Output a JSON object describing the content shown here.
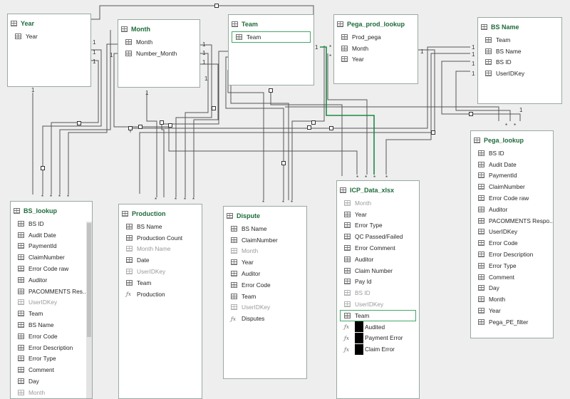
{
  "tables": [
    {
      "id": "year",
      "title": "Year",
      "fields": [
        {
          "name": "Year"
        }
      ]
    },
    {
      "id": "month",
      "title": "Month",
      "fields": [
        {
          "name": "Month"
        },
        {
          "name": "Number_Month"
        }
      ]
    },
    {
      "id": "team",
      "title": "Team",
      "fields": [
        {
          "name": "Team",
          "selected": true
        }
      ]
    },
    {
      "id": "pega_prod_lookup",
      "title": "Pega_prod_lookup",
      "fields": [
        {
          "name": "Prod_pega"
        },
        {
          "name": "Month"
        },
        {
          "name": "Year"
        }
      ]
    },
    {
      "id": "bs_name",
      "title": "BS Name",
      "fields": [
        {
          "name": "Team"
        },
        {
          "name": "BS Name"
        },
        {
          "name": "BS ID"
        },
        {
          "name": "UserIDKey"
        }
      ]
    },
    {
      "id": "pega_lookup",
      "title": "Pega_lookup",
      "fields": [
        {
          "name": "BS ID"
        },
        {
          "name": "Audit Date"
        },
        {
          "name": "PaymentId"
        },
        {
          "name": "ClaimNumber"
        },
        {
          "name": "Error Code raw"
        },
        {
          "name": "Auditor"
        },
        {
          "name": "PACOMMENTS Respo..."
        },
        {
          "name": "UserIDKey"
        },
        {
          "name": "Error Code"
        },
        {
          "name": "Error Description"
        },
        {
          "name": "Error Type"
        },
        {
          "name": "Comment"
        },
        {
          "name": "Day"
        },
        {
          "name": "Month"
        },
        {
          "name": "Year"
        },
        {
          "name": "Pega_PE_filter"
        }
      ]
    },
    {
      "id": "bs_lookup",
      "title": "BS_lookup",
      "fields": [
        {
          "name": "BS ID"
        },
        {
          "name": "Audit Date"
        },
        {
          "name": "PaymentId"
        },
        {
          "name": "ClaimNumber"
        },
        {
          "name": "Error Code raw"
        },
        {
          "name": "Auditor"
        },
        {
          "name": "PACOMMENTS Res..."
        },
        {
          "name": "UserIDKey",
          "hidden": true
        },
        {
          "name": "Team"
        },
        {
          "name": "BS Name"
        },
        {
          "name": "Error Code"
        },
        {
          "name": "Error Description"
        },
        {
          "name": "Error Type"
        },
        {
          "name": "Comment"
        },
        {
          "name": "Day"
        },
        {
          "name": "Month",
          "hidden": true
        }
      ]
    },
    {
      "id": "production",
      "title": "Production",
      "fields": [
        {
          "name": "BS Name"
        },
        {
          "name": "Production Count"
        },
        {
          "name": "Month Name",
          "hidden": true
        },
        {
          "name": "Date"
        },
        {
          "name": "UserIDKey",
          "hidden": true
        },
        {
          "name": "Team"
        },
        {
          "name": "Production",
          "measure": true
        }
      ]
    },
    {
      "id": "dispute",
      "title": "Dispute",
      "fields": [
        {
          "name": "BS Name"
        },
        {
          "name": "ClaimNumber"
        },
        {
          "name": "Month",
          "hidden": true
        },
        {
          "name": "Year"
        },
        {
          "name": "Auditor"
        },
        {
          "name": "Error Code"
        },
        {
          "name": "Team"
        },
        {
          "name": "UserIDKey",
          "hidden": true
        },
        {
          "name": "Disputes",
          "measure": true
        }
      ]
    },
    {
      "id": "icp_data_xlsx",
      "title": "ICP_Data_xlsx",
      "fields": [
        {
          "name": "Month",
          "hidden": true
        },
        {
          "name": "Year"
        },
        {
          "name": "Error Type"
        },
        {
          "name": "QC Passed/Failed"
        },
        {
          "name": "Error Comment"
        },
        {
          "name": "Auditor"
        },
        {
          "name": "Claim Number"
        },
        {
          "name": "Pay Id"
        },
        {
          "name": "BS ID",
          "hidden": true
        },
        {
          "name": "UserIDKey",
          "hidden": true
        },
        {
          "name": "Team",
          "selected": true
        },
        {
          "name": "Audited",
          "measure": true,
          "redacted": true
        },
        {
          "name": "Payment Error",
          "measure": true,
          "redacted": true
        },
        {
          "name": "Claim Error",
          "measure": true,
          "redacted": true
        }
      ]
    }
  ],
  "cardinality": {
    "one": "1",
    "many": "*"
  },
  "colors": {
    "line": "#555555",
    "highlight": "#1e8a45",
    "title": "#1e6b3a"
  }
}
